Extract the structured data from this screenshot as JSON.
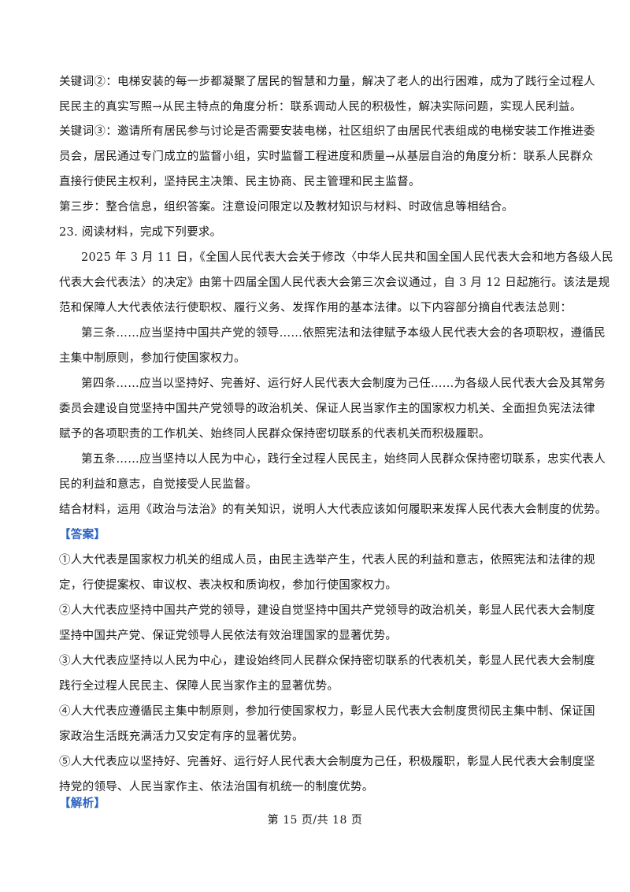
{
  "keyword2_lines": [
    "关键词②：电梯安装的每一步都凝聚了居民的智慧和力量，解决了老人的出行困难，成为了践行全过程人",
    "民民主的真实写照→从民主特点的角度分析：联系调动人民的积极性，解决实际问题，实现人民利益。"
  ],
  "keyword3_lines": [
    "关键词③：邀请所有居民参与讨论是否需要安装电梯，社区组织了由居民代表组成的电梯安装工作推进委",
    "员会，居民通过专门成立的监督小组，实时监督工程进度和质量→从基层自治的角度分析：联系人民群众",
    "直接行使民主权利，坚持民主决策、民主协商、民主管理和民主监督。"
  ],
  "step3": "第三步：整合信息，组织答案。注意设问限定以及教材知识与材料、时政信息等相结合。",
  "q23_title": "23. 阅读材料，完成下列要求。",
  "material_intro": [
    "2025 年 3 月 11 日，《全国人民代表大会关于修改〈中华人民共和国全国人民代表大会和地方各级人民",
    "代表大会代表法〉的决定》由第十四届全国人民代表大会第三次会议通过，自 3 月 12 日起施行。该法是规",
    "范和保障人大代表依法行使职权、履行义务、发挥作用的基本法律。以下内容部分摘自代表法总则："
  ],
  "article3": [
    "第三条……应当坚持中国共产党的领导……依照宪法和法律赋予本级人民代表大会的各项职权，遵循民",
    "主集中制原则，参加行使国家权力。"
  ],
  "article4": [
    "第四条……应当以坚持好、完善好、运行好人民代表大会制度为己任……为各级人民代表大会及其常务",
    "委员会建设自觉坚持中国共产党领导的政治机关、保证人民当家作主的国家权力机关、全面担负宪法法律",
    "赋予的各项职责的工作机关、始终同人民群众保持密切联系的代表机关而积极履职。"
  ],
  "article5": [
    "第五条……应当坚持以人民为中心，践行全过程人民民主，始终同人民群众保持密切联系，忠实代表人",
    "民的利益和意志，自觉接受人民监督。"
  ],
  "question": "结合材料，运用《政治与法治》的有关知识，说明人大代表应该如何履职来发挥人民代表大会制度的优势。",
  "answer_tag": "【答案】",
  "answers": [
    [
      "①人大代表是国家权力机关的组成人员，由民主选举产生，代表人民的利益和意志，依照宪法和法律的规",
      "定，行使提案权、审议权、表决权和质询权，参加行使国家权力。"
    ],
    [
      "②人大代表应坚持中国共产党的领导，建设自觉坚持中国共产党领导的政治机关，彰显人民代表大会制度",
      "坚持中国共产党、保证党领导人民依法有效治理国家的显著优势。"
    ],
    [
      "③人大代表应坚持以人民为中心，建设始终同人民群众保持密切联系的代表机关，彰显人民代表大会制度",
      "践行全过程人民民主、保障人民当家作主的显著优势。"
    ],
    [
      "④人大代表应遵循民主集中制原则，参加行使国家权力，彰显人民代表大会制度贯彻民主集中制、保证国",
      "家政治生活既充满活力又安定有序的显著优势。"
    ],
    [
      "⑤人大代表应以坚持好、完善好、运行好人民代表大会制度为己任，积极履职，彰显人民代表大会制度坚",
      "持党的领导、人民当家作主、依法治国有机统一的制度优势。"
    ]
  ],
  "analysis_tag": "【解析】",
  "footer": "第 15 页/共 18 页",
  "colors": {
    "tag": "#2b63c4",
    "text": "#1a1a1a"
  }
}
